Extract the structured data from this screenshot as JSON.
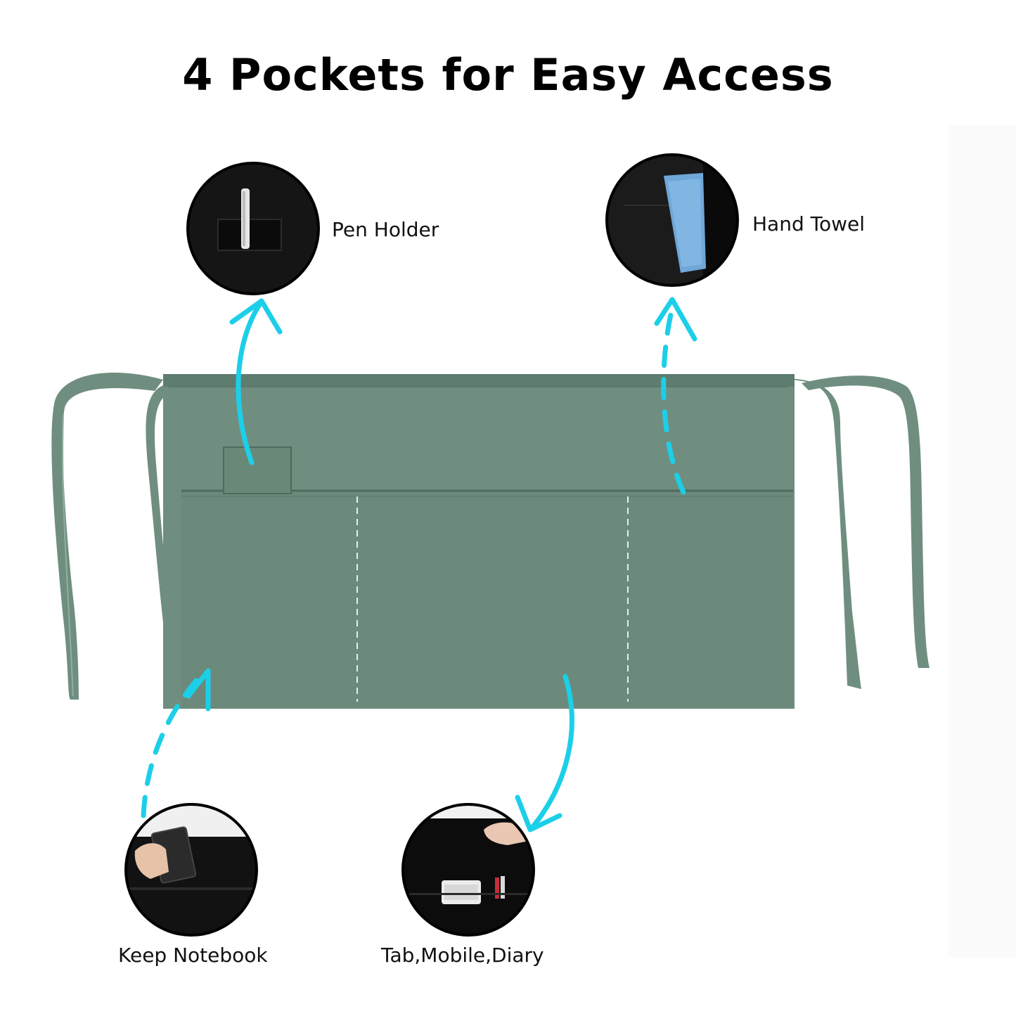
{
  "heading": "4 Pockets for Easy Access",
  "callouts": {
    "pen_holder": "Pen Holder",
    "hand_towel": "Hand Towel",
    "keep_notebook": "Keep Notebook",
    "tab_mobile_diary": "Tab,Mobile,Diary"
  },
  "colors": {
    "apron": "#6f8e7f",
    "apron_dark": "#5f7d6f",
    "arrow": "#1ccfe8",
    "circle_fill": "#111111"
  },
  "icons": [
    "pen-icon",
    "towel-icon",
    "wallet-icon",
    "phone-icon",
    "hand-icon"
  ]
}
